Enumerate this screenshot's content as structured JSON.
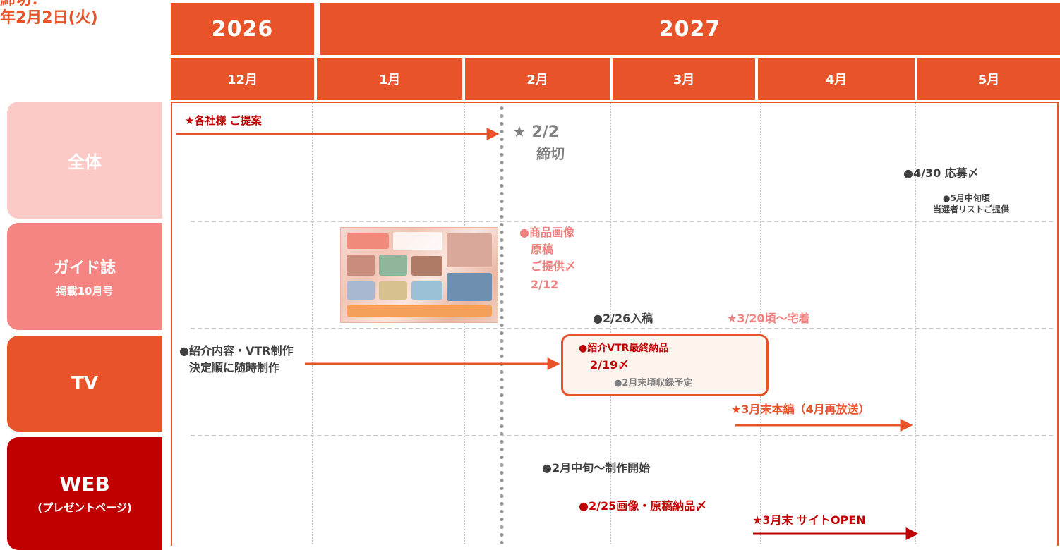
{
  "corner": {
    "line1": "締切：",
    "line2": "年2月2日(火)"
  },
  "years": [
    "2026",
    "2027"
  ],
  "months": [
    "12月",
    "1月",
    "2月",
    "3月",
    "4月",
    "5月"
  ],
  "categories": {
    "all": {
      "label": "全体"
    },
    "guide": {
      "label": "ガイド誌",
      "sub": "掲載10月号"
    },
    "tv": {
      "label": "TV"
    },
    "web": {
      "label": "WEB",
      "sub": "(プレゼントページ)"
    }
  },
  "notes": {
    "proposal": "★各社様 ご提案",
    "deadline_date": "★ 2/2",
    "deadline_label": "締切",
    "apply_end": "●4/30 応募〆",
    "winner_list_1": "●5月中旬頃",
    "winner_list_2": "当選者リストご提供",
    "product_img_1": "●商品画像",
    "product_img_2": "原稿",
    "product_img_3": "ご提供〆",
    "product_img_4": "2/12",
    "submit": "●2/26入稿",
    "delivery": "★3/20頃～宅着",
    "tv_intro_1": "●紹介内容・VTR制作",
    "tv_intro_2": "決定順に随時制作",
    "vtr_final_1": "●紹介VTR最終納品",
    "vtr_final_2": "2/19〆",
    "vtr_record": "●2月末頃収録予定",
    "tv_main": "★3月末本編（4月再放送）",
    "web_start": "●2月中旬～制作開始",
    "web_deliver": "●2/25画像・原稿納品〆",
    "web_open": "★3月末 サイトOPEN"
  },
  "colors": {
    "header": "#E8532A",
    "all": "#FBC9C6",
    "guide": "#F58582",
    "tv": "#E8532A",
    "web": "#C00000",
    "dark_red": "#C00000",
    "pink": "#F08080",
    "gray": "#808080",
    "box_fill": "#FDF4EE"
  }
}
